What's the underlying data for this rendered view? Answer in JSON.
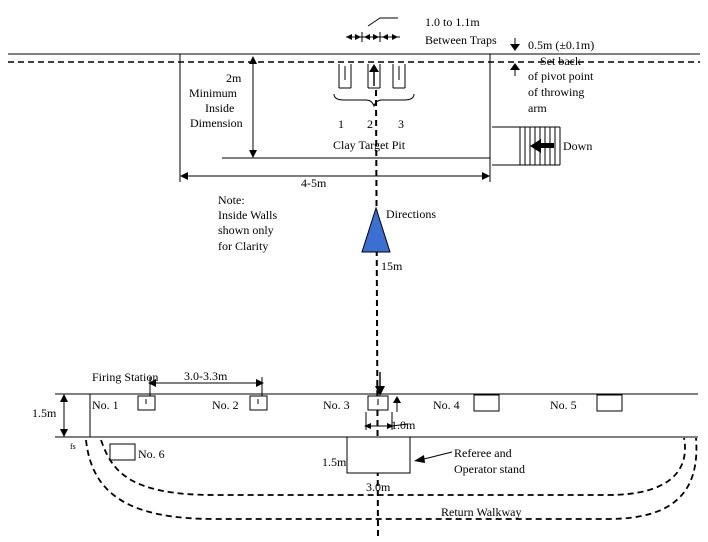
{
  "labels": {
    "trap_spacing": "1.0 to 1.1m",
    "between_traps": "Between Traps",
    "setback_value": "0.5m (±0.1m)",
    "setback_1": "Set back",
    "setback_2": "of pivot point",
    "setback_3": "of throwing",
    "setback_4": "arm",
    "min_dim_1": "2m",
    "min_dim_2": "Minimum",
    "min_dim_3": "Inside",
    "min_dim_4": "Dimension",
    "trap_1": "1",
    "trap_2": "2",
    "trap_3": "3",
    "pit_label": "Clay Target Pit",
    "down": "Down",
    "pit_width": "4-5m",
    "note_1": "Note:",
    "note_2": "Inside Walls",
    "note_3": "shown only",
    "note_4": "for Clarity",
    "directions": "Directions",
    "distance": "15m",
    "firing_station": "Firing Station",
    "station_spacing": "3.0-3.3m",
    "depth": "1.5m",
    "fs": "fs",
    "stations": [
      "No. 1",
      "No. 2",
      "No. 3",
      "No. 4",
      "No. 5",
      "No. 6"
    ],
    "station_width": "1.0m",
    "stand_height": "1.5m",
    "stand_width": "3.0m",
    "referee_1": "Referee and",
    "referee_2": "Operator stand",
    "return_walkway": "Return Walkway"
  },
  "colors": {
    "direction_marker": "#3b6fd4"
  }
}
